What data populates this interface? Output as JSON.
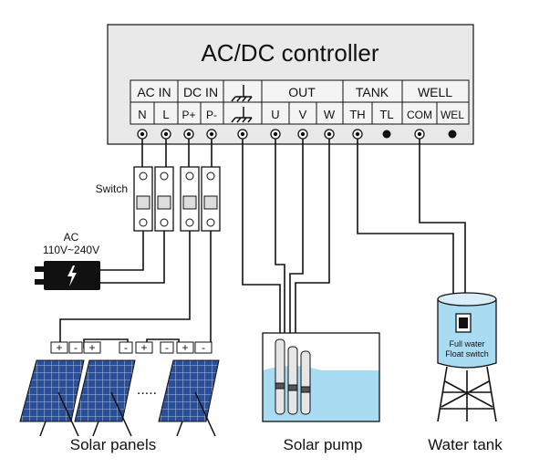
{
  "controller": {
    "title": "AC/DC controller",
    "groups": [
      "AC IN",
      "DC IN",
      "OUT",
      "TANK",
      "WELL"
    ],
    "terminals": [
      "N",
      "L",
      "P+",
      "P-",
      "U",
      "V",
      "W",
      "TH",
      "TL",
      "COM",
      "WEL"
    ]
  },
  "switch_label": "Switch",
  "ac_source": {
    "line1": "AC",
    "line2": "110V~240V"
  },
  "panel_signs": {
    "plus": "+",
    "minus": "-",
    "ellipsis": "....."
  },
  "captions": {
    "panels": "Solar panels",
    "pump": "Solar pump",
    "tank": "Water tank"
  },
  "float_switch": {
    "line1": "Full water",
    "line2": "Float switch"
  },
  "colors": {
    "controller_fill": "#e9e9e9",
    "wire": "#111111",
    "water": "#a9dcf3",
    "panel_cell": "#2a4f9a"
  }
}
